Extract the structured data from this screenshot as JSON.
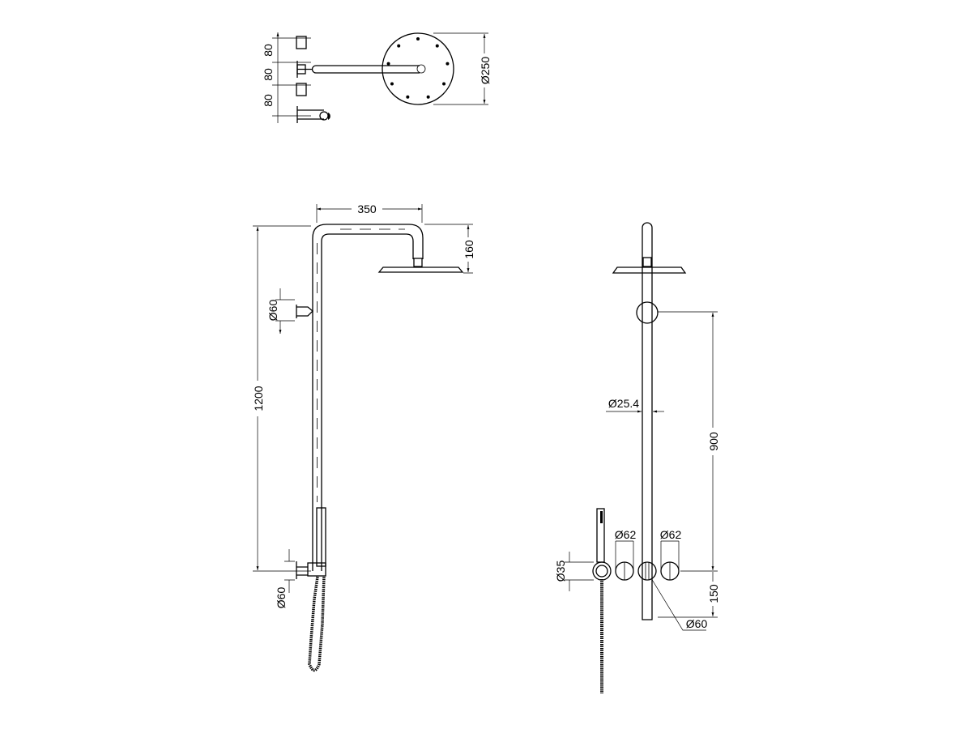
{
  "plan_view": {
    "spacing_labels": [
      "80",
      "80",
      "80"
    ],
    "head_diameter": "Ø250"
  },
  "front_elevation": {
    "arm_width": "350",
    "head_drop": "160",
    "overall_height": "1200",
    "diverter_diameter": "Ø60",
    "holder_diameter": "Ø60"
  },
  "side_elevation": {
    "pipe_diameter": "Ø25.4",
    "valve_spacing": "900",
    "lower_offset": "150",
    "elbow_diameter": "Ø35",
    "valve1_diameter": "Ø62",
    "valve2_diameter": "Ø62",
    "diverter_diameter": "Ø60"
  }
}
